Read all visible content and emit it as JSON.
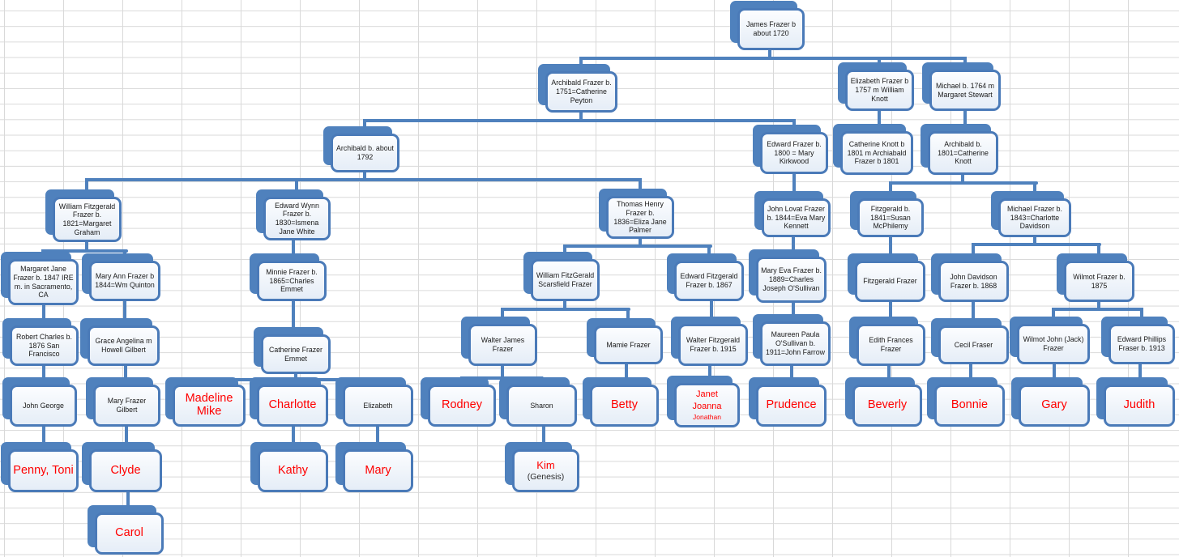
{
  "palette": {
    "node_blue": "#4F81BD",
    "node_border": "#4A7AB8",
    "node_fill": "#EFF4FA",
    "red_text": "#FF0000",
    "black_text": "#1A1A1A",
    "grid_line": "#D9D9D9",
    "background": "#FFFFFF"
  },
  "diagram": {
    "type": "family-tree",
    "surface": "spreadsheet-grid"
  },
  "nodes": [
    {
      "label": "James Frazer b about 1720"
    },
    {
      "label": "Archibald Frazer b. 1751=Catherine Peyton"
    },
    {
      "label": "Elizabeth Frazer b 1757 m William Knott"
    },
    {
      "label": "Michael b. 1764 m Margaret Stewart"
    },
    {
      "label": "Archibald b. about 1792"
    },
    {
      "label": "Edward Frazer b. 1800 = Mary Kirkwood"
    },
    {
      "label": "Catherine Knott b 1801 m Archiabald Frazer b 1801"
    },
    {
      "label": "Archibald b. 1801=Catherine Knott"
    },
    {
      "label": "William Fitzgerald Frazer b. 1821=Margaret Graham"
    },
    {
      "label": "Edward Wynn Frazer b. 1830=Ismena Jane White"
    },
    {
      "label": "Thomas Henry Frazer b. 1836=Eliza Jane Palmer"
    },
    {
      "label": "John Lovat Frazer b. 1844=Eva Mary Kennett"
    },
    {
      "label": "Fitzgerald b. 1841=Susan McPhilemy"
    },
    {
      "label": "Michael Frazer b. 1843=Charlotte Davidson"
    },
    {
      "label": "Margaret Jane Frazer b. 1847 IRE m. in Sacramento, CA"
    },
    {
      "label": "Mary Ann Frazer b 1844=Wm Quinton"
    },
    {
      "label": "Minnie Frazer b. 1865=Charles Emmet"
    },
    {
      "label": "William FitzGerald Scarsfield Frazer"
    },
    {
      "label": "Edward Fitzgerald Frazer b. 1867"
    },
    {
      "label": "Mary Eva Frazer b. 1889=Charles Joseph O'Sullivan"
    },
    {
      "label": "Fitzgerald Frazer"
    },
    {
      "label": "John Davidson Frazer b. 1868"
    },
    {
      "label": "Wilmot Frazer b. 1875"
    },
    {
      "label": "Robert Charles b. 1876 San Francisco"
    },
    {
      "label": "Grace Angelina m Howell Gilbert"
    },
    {
      "label": "Catherine Frazer Emmet"
    },
    {
      "label": "Walter James Frazer"
    },
    {
      "label": "Mamie Frazer"
    },
    {
      "label": "Walter Fitzgerald Frazer b. 1915"
    },
    {
      "label": "Maureen Paula O'Sullivan b. 1911=John Farrow"
    },
    {
      "label": "Edith Frances Frazer"
    },
    {
      "label": "Cecil Fraser"
    },
    {
      "label": "Wilmot John (Jack) Frazer"
    },
    {
      "label": "Edward Phillips Fraser b. 1913"
    },
    {
      "label": "John George"
    },
    {
      "label": "Mary Frazer Gilbert"
    },
    {
      "label": "Madeline Mike"
    },
    {
      "label": "Charlotte"
    },
    {
      "label": "Elizabeth"
    },
    {
      "label": "Rodney"
    },
    {
      "label": "Sharon"
    },
    {
      "label": "Betty"
    },
    {
      "line1": "Janet",
      "line2": "Joanna",
      "line3": "Jonathan"
    },
    {
      "label": "Prudence"
    },
    {
      "label": "Beverly"
    },
    {
      "label": "Bonnie"
    },
    {
      "label": "Gary"
    },
    {
      "label": "Judith"
    },
    {
      "label": "Penny, Toni"
    },
    {
      "label": "Clyde"
    },
    {
      "label": "Kathy"
    },
    {
      "label": "Mary"
    },
    {
      "label": "Kim",
      "sublabel": "(Genesis)"
    },
    {
      "label": "Carol"
    }
  ]
}
